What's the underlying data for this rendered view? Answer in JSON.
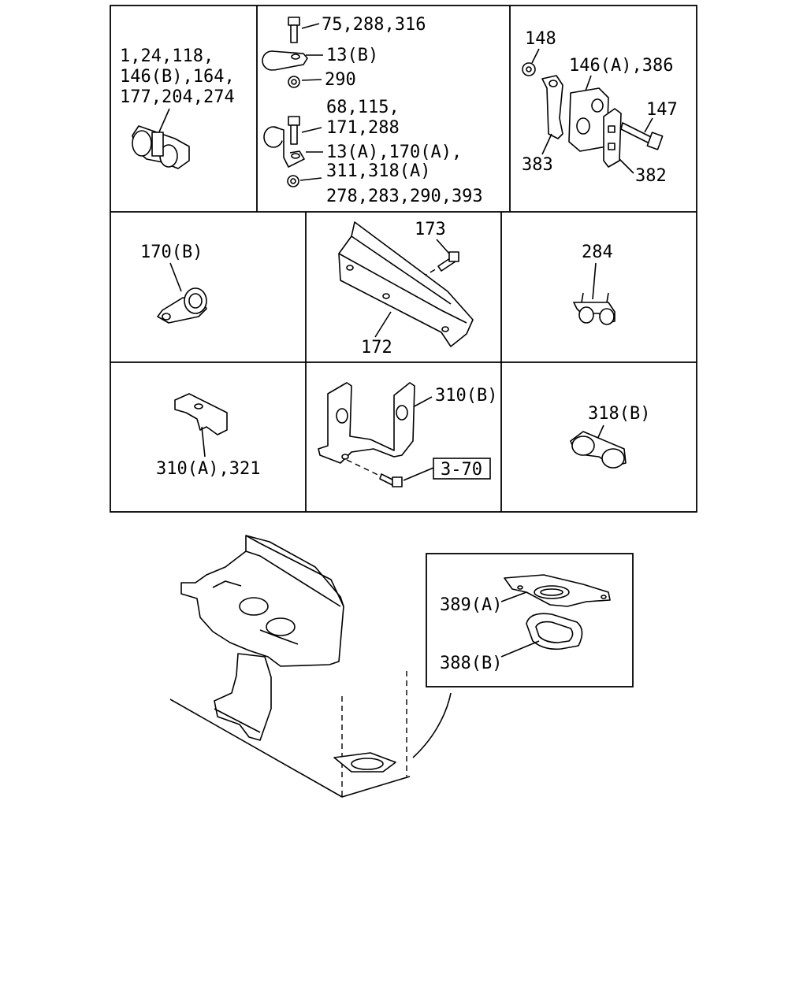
{
  "grid": {
    "row1": {
      "cell1": {
        "label_lines": [
          "1,24,118,",
          "146(B),164,",
          "177,204,274"
        ]
      },
      "cell2": {
        "top_bolt": "75,288,316",
        "top_clip": "13(B)",
        "top_nut": "290",
        "low_lines1": [
          "68,115,",
          "171,288"
        ],
        "low_lines2": [
          "13(A),170(A),",
          "311,318(A)"
        ],
        "low_lines3": "278,283,290,393"
      },
      "cell3": {
        "nut": "148",
        "clamp": "146(A),386",
        "bolt": "147",
        "bracket_left": "383",
        "bracket_right": "382"
      }
    },
    "row2": {
      "cell1": {
        "clip": "170(B)"
      },
      "cell2": {
        "bolt": "173",
        "bracket": "172"
      },
      "cell3": {
        "clip": "284"
      }
    },
    "row3": {
      "cell1": {
        "bracket": "310(A),321"
      },
      "cell2": {
        "bracket": "310(B)",
        "ref_box": "3-70"
      },
      "cell3": {
        "clip": "318(B)"
      }
    }
  },
  "detail": {
    "plate": "389(A)",
    "grommet": "388(B)"
  }
}
